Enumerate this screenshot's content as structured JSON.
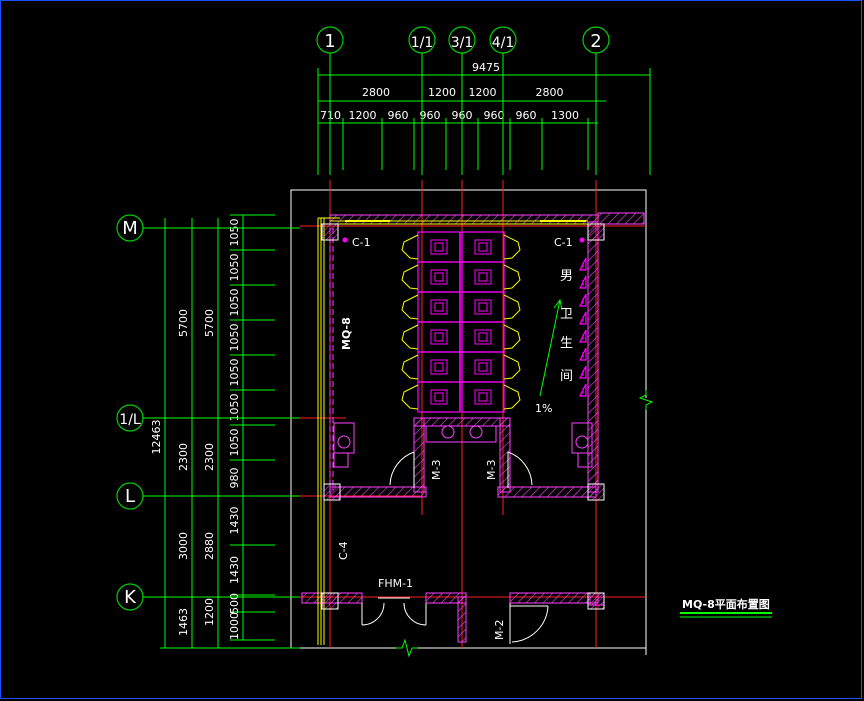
{
  "drawing": {
    "title": "MQ-8平面布置图",
    "colors": {
      "background": "#000000",
      "frame": "#1e50ff",
      "grid_bubble": "#00d000",
      "dimension": "#00ff00",
      "dimension_text": "#ffffff",
      "wall": "#ff40ff",
      "fixture": "#ff00ff",
      "partition_yellow": "#ffff00",
      "axis_red": "#ff2020",
      "outline_white": "#ffffff"
    }
  },
  "grid": {
    "columns": [
      "1",
      "1/1",
      "3/1",
      "4/1",
      "2"
    ],
    "rows": [
      "M",
      "1/L",
      "L",
      "K"
    ]
  },
  "dimensions": {
    "top_total": "9475",
    "top_bays": [
      "2800",
      "1200",
      "1200",
      "2800"
    ],
    "top_detail": [
      "710",
      "1200",
      "960",
      "960",
      "960",
      "960",
      "960",
      "1300"
    ],
    "left_total": "12463",
    "left_outer": [
      "5700",
      "2300",
      "3000",
      "1463"
    ],
    "left_mid": [
      "5700",
      "2300",
      "2880",
      "1200"
    ],
    "left_inner": [
      "1050",
      "1050",
      "1050",
      "1050",
      "1050",
      "1050",
      "1050",
      "980",
      "1430",
      "1430",
      "500",
      "1000"
    ]
  },
  "labels": {
    "window_left": "C-1",
    "window_right": "C-1",
    "room_code": "MQ-8",
    "room_name_chars": [
      "男",
      "卫",
      "生",
      "间"
    ],
    "slope": "1%",
    "door_m3_left": "M-3",
    "door_m3_right": "M-3",
    "window_c4": "C-4",
    "door_fhm1": "FHM-1",
    "door_m2": "M-2"
  },
  "icons": {
    "grid_bubble": "circle-bubble-icon",
    "squat_toilet": "squat-toilet-icon",
    "urinal": "urinal-icon",
    "washbasin": "washbasin-icon",
    "door_swing": "door-swing-icon",
    "column": "column-icon",
    "break_line": "break-line-icon"
  }
}
